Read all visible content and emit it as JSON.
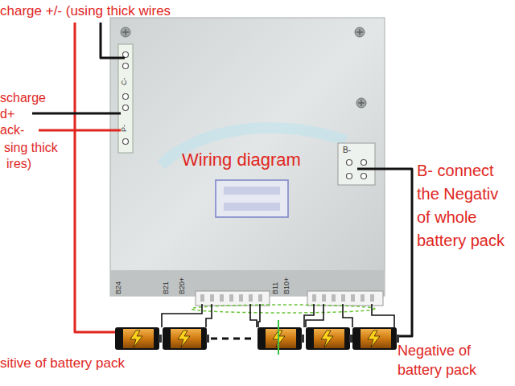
{
  "diagram": {
    "nodes": [
      {
        "text": [
          "Wiring diagram"
        ]
      }
    ],
    "labels": [
      "charge +/- (using thick wires",
      "scharge",
      "d+",
      "ack-",
      "sing thick",
      "ires)",
      "B- connect the Negativ of whole battery pack",
      "sitive of battery pack",
      "Negative of battery pack",
      "B-",
      "C-",
      "P-",
      "B24",
      "B21",
      "B20+",
      "B11",
      "B10+"
    ]
  }
}
